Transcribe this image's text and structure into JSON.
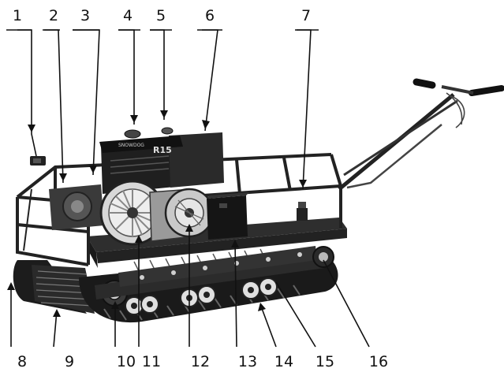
{
  "figure": {
    "engine_brand": "SNOWDOG",
    "engine_model": "R15",
    "callouts": [
      {
        "id": 1,
        "label": "1"
      },
      {
        "id": 2,
        "label": "2"
      },
      {
        "id": 3,
        "label": "3"
      },
      {
        "id": 4,
        "label": "4"
      },
      {
        "id": 5,
        "label": "5"
      },
      {
        "id": 6,
        "label": "6"
      },
      {
        "id": 7,
        "label": "7"
      },
      {
        "id": 8,
        "label": "8"
      },
      {
        "id": 9,
        "label": "9"
      },
      {
        "id": 10,
        "label": "10"
      },
      {
        "id": 11,
        "label": "11"
      },
      {
        "id": 12,
        "label": "12"
      },
      {
        "id": 13,
        "label": "13"
      },
      {
        "id": 14,
        "label": "14"
      },
      {
        "id": 15,
        "label": "15"
      },
      {
        "id": 16,
        "label": "16"
      }
    ]
  }
}
